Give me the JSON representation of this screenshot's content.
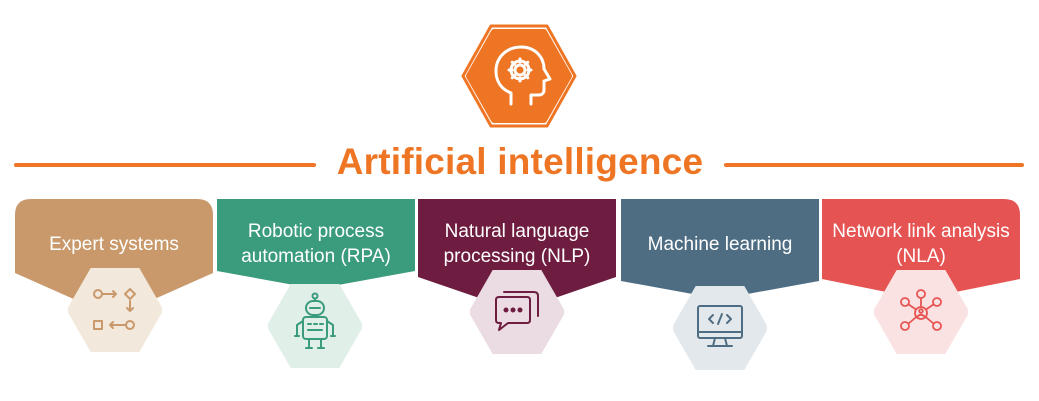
{
  "title": "Artificial intelligence",
  "colors": {
    "accent": "#ee7523",
    "title_line": "#ee7523"
  },
  "hero": {
    "icon": "brain-gear-icon"
  },
  "cards": [
    {
      "label": "Expert systems",
      "color": "#c9996b",
      "icon_bg": "#f2e8dc",
      "icon_color": "#c9996b",
      "icon": "flowchart-icon"
    },
    {
      "label": "Robotic process automation (RPA)",
      "color": "#3a9b7d",
      "icon_bg": "#e1efe9",
      "icon_color": "#3a9b7d",
      "icon": "robot-icon"
    },
    {
      "label": "Natural language processing (NLP)",
      "color": "#6e1d40",
      "icon_bg": "#eadce2",
      "icon_color": "#6e1d40",
      "icon": "chat-bubbles-icon"
    },
    {
      "label": "Machine learning",
      "color": "#4e6d82",
      "icon_bg": "#e3e8ec",
      "icon_color": "#4e6d82",
      "icon": "computer-code-icon"
    },
    {
      "label": "Network link analysis (NLA)",
      "color": "#e55452",
      "icon_bg": "#fbe2e2",
      "icon_color": "#e55452",
      "icon": "network-nodes-icon"
    }
  ]
}
